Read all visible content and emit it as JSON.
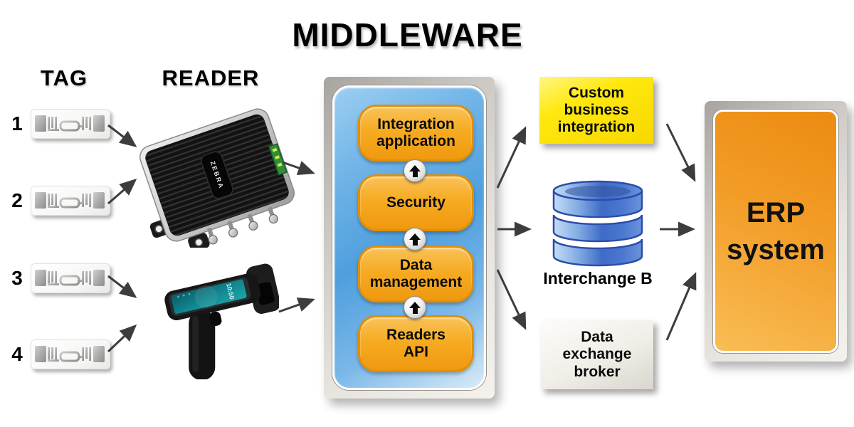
{
  "title": "MIDDLEWARE",
  "columns": {
    "tag_label": "TAG",
    "reader_label": "READER"
  },
  "tags": [
    {
      "number": "1"
    },
    {
      "number": "2"
    },
    {
      "number": "3"
    },
    {
      "number": "4"
    }
  ],
  "readers": {
    "fixed_brand": "ZEBRA",
    "handheld_time": "10:50"
  },
  "middleware": {
    "layers": [
      {
        "label": "Integration\napplication"
      },
      {
        "label": "Security"
      },
      {
        "label": "Data\nmanagement"
      },
      {
        "label": "Readers\nAPI"
      }
    ]
  },
  "integrations": {
    "custom_business": {
      "label": "Custom\nbusiness\nintegration",
      "color": "#ffe60e"
    },
    "interchange": {
      "label": "Interchange B",
      "color": "#4a78d0"
    },
    "data_broker": {
      "label": "Data\nexchange\nbroker",
      "color": "#efede6"
    }
  },
  "erp": {
    "label": "ERP\nsystem",
    "color": "#f0992a"
  },
  "colors": {
    "middleware_panel": "#579fdd",
    "layer_box": "#f5a91f",
    "arrow": "#3d3d3d",
    "frame": "#d9d6d1"
  },
  "connections": [
    {
      "from": "tag-1",
      "to": "fixed-reader"
    },
    {
      "from": "tag-2",
      "to": "fixed-reader"
    },
    {
      "from": "tag-3",
      "to": "handheld-reader"
    },
    {
      "from": "tag-4",
      "to": "handheld-reader"
    },
    {
      "from": "fixed-reader",
      "to": "middleware-panel"
    },
    {
      "from": "handheld-reader",
      "to": "middleware-panel"
    },
    {
      "from": "middleware-panel",
      "to": "custom-business-integration"
    },
    {
      "from": "middleware-panel",
      "to": "interchange-b"
    },
    {
      "from": "middleware-panel",
      "to": "data-exchange-broker"
    },
    {
      "from": "custom-business-integration",
      "to": "erp-system"
    },
    {
      "from": "interchange-b",
      "to": "erp-system"
    },
    {
      "from": "data-exchange-broker",
      "to": "erp-system"
    }
  ]
}
